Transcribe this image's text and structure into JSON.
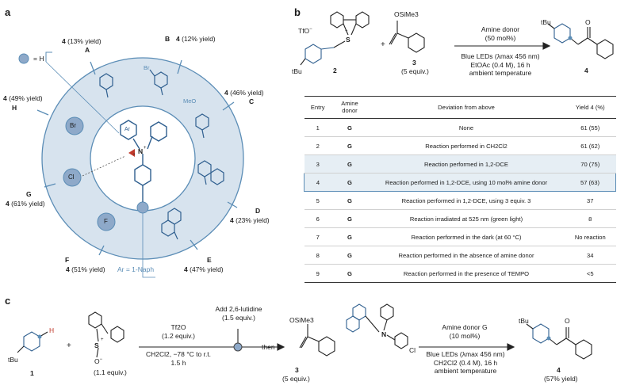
{
  "panels": {
    "a": "a",
    "b": "b",
    "c": "c"
  },
  "panel_a": {
    "legend_eq": "= H",
    "ar_note": "Ar = 1-Naph",
    "ar_label": "Ar",
    "n_label": "N",
    "center_dot": "·",
    "plus": "+",
    "halogens": {
      "br": "Br",
      "cl": "Cl",
      "f": "F"
    },
    "substituents": {
      "br": "Br",
      "meo": "MeO"
    },
    "sites": [
      {
        "letter": "A",
        "compound": "4",
        "yield": "(13% yield)"
      },
      {
        "letter": "B",
        "compound": "4",
        "yield": "(12% yield)"
      },
      {
        "letter": "C",
        "compound": "4",
        "yield": "(46% yield)"
      },
      {
        "letter": "D",
        "compound": "4",
        "yield": "(23% yield)"
      },
      {
        "letter": "E",
        "compound": "4",
        "yield": "(47% yield)"
      },
      {
        "letter": "F",
        "compound": "4",
        "yield": "(51% yield)"
      },
      {
        "letter": "G",
        "compound": "4",
        "yield": "(61% yield)"
      },
      {
        "letter": "H",
        "compound": "4",
        "yield": "(49% yield)"
      }
    ]
  },
  "panel_b": {
    "reagent2_counterion": "TfO",
    "reagent2_charge": "−",
    "reagent2_s": "S",
    "reagent2_plus": "+",
    "reagent2_tbu": "tBu",
    "reagent2_label": "2",
    "plus": "+",
    "reagent3_group": "OSiMe3",
    "reagent3_label": "3",
    "reagent3_equiv": "(5 equiv.)",
    "conditions_top": [
      "Amine donor",
      "(50 mol%)"
    ],
    "conditions_bottom": [
      "Blue LEDs (λmax 456 nm)",
      "EtOAc (0.4 M), 16 h",
      "ambient temperature"
    ],
    "product_tbu": "tBu",
    "product_o": "O",
    "product_label": "4",
    "table": {
      "headers": [
        "Entry",
        "Amine donor",
        "Deviation from above",
        "Yield 4 (%)"
      ],
      "rows": [
        {
          "entry": "1",
          "donor": "G",
          "deviation": "None",
          "yield": "61 (55)",
          "style": ""
        },
        {
          "entry": "2",
          "donor": "G",
          "deviation": "Reaction performed in CH2Cl2",
          "yield": "61 (62)",
          "style": ""
        },
        {
          "entry": "3",
          "donor": "G",
          "deviation": "Reaction performed in 1,2-DCE",
          "yield": "70 (75)",
          "style": "shade"
        },
        {
          "entry": "4",
          "donor": "G",
          "deviation": "Reaction performed in 1,2-DCE, using 10 mol% amine donor",
          "yield": "57 (63)",
          "style": "shade boxed"
        },
        {
          "entry": "5",
          "donor": "G",
          "deviation": "Reaction performed in 1,2-DCE, using 3 equiv. 3",
          "yield": "37",
          "style": ""
        },
        {
          "entry": "6",
          "donor": "G",
          "deviation": "Reaction irradiated at 525 nm (green light)",
          "yield": "8",
          "style": ""
        },
        {
          "entry": "7",
          "donor": "G",
          "deviation": "Reaction performed in the dark (at 60 °C)",
          "yield": "No reaction",
          "style": ""
        },
        {
          "entry": "8",
          "donor": "G",
          "deviation": "Reaction performed in the absence of amine donor",
          "yield": "34",
          "style": ""
        },
        {
          "entry": "9",
          "donor": "G",
          "deviation": "Reaction performed in the presence of TEMPO",
          "yield": "<5",
          "style": ""
        }
      ]
    }
  },
  "panel_c": {
    "sm1_tbu": "tBu",
    "sm1_h": "H",
    "sm1_label": "1",
    "plus": "+",
    "sulfoxide_s": "S",
    "sulfoxide_plus": "+",
    "sulfoxide_o": "O",
    "sulfoxide_minus": "−",
    "sulfoxide_equiv": "(1.1 equiv.)",
    "step1_top": [
      "Tf2O",
      "(1.2 equiv.)"
    ],
    "step1_bottom": [
      "CH2Cl2, −78 °C to r.t.",
      "1.5 h"
    ],
    "addition": [
      "Add 2,6-lutidine",
      "(1.5 equiv.)"
    ],
    "then": "then",
    "reagent3_group": "OSiMe3",
    "reagent3_label": "3",
    "reagent3_equiv": "(5 equiv.)",
    "amine_n": "N",
    "amine_cl": "Cl",
    "step2_top": [
      "Amine donor G",
      "(10 mol%)"
    ],
    "step2_bottom": [
      "Blue LEDs (λmax 456 nm)",
      "CH2Cl2 (0.4 M), 16 h",
      "ambient temperature"
    ],
    "product_tbu": "tBu",
    "product_o": "O",
    "product_label": "4",
    "product_yield": "(57% yield)"
  },
  "colors": {
    "accent": "#5b8db6",
    "ring": "#d7e3ee",
    "inner": "#ffffff",
    "bubble": "#8ea9c9",
    "shade": "#e6eef4"
  }
}
